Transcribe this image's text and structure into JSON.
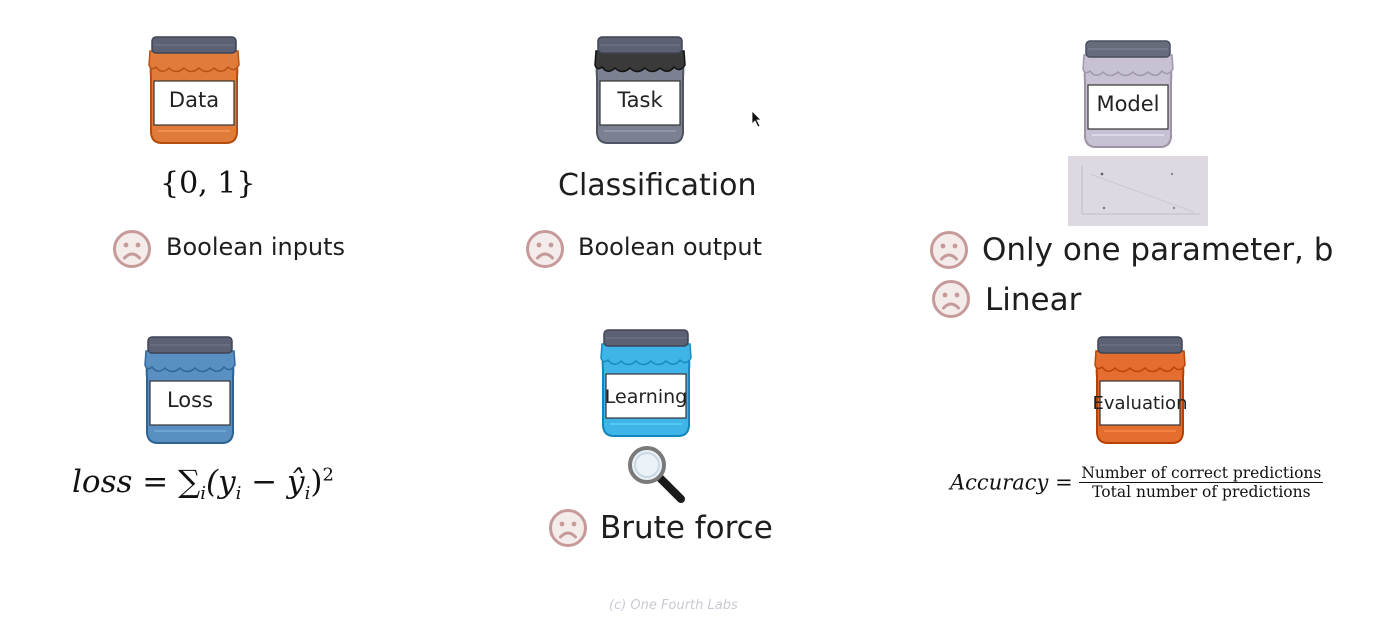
{
  "jars": {
    "data": {
      "label": "Data",
      "lid": "#5c6273",
      "body": "#e07b3a"
    },
    "task": {
      "label": "Task",
      "lid": "#5c6273",
      "cloth": "#3a3a3a",
      "body": "#7c8191"
    },
    "model": {
      "label": "Model",
      "lid": "#676c7d",
      "body": "#c8c1d3"
    },
    "loss": {
      "label": "Loss",
      "lid": "#5c6273",
      "body": "#5a8fc2"
    },
    "learning": {
      "label": "Learning",
      "lid": "#5c6273",
      "body": "#3fb4e8"
    },
    "evaluation": {
      "label": "Evaluation",
      "lid": "#5c6273",
      "body": "#e46e2f"
    }
  },
  "data_col": {
    "set": "{0, 1}",
    "item": "Boolean inputs"
  },
  "task_col": {
    "title": "Classification",
    "item": "Boolean output"
  },
  "model_col": {
    "items": [
      "Only one parameter, b",
      "Linear"
    ]
  },
  "loss_col": {
    "formula": "loss = ∑",
    "sub": "i",
    "mid": "(y",
    "mid_sub": "i",
    "minus": " − ",
    "yhat": "ŷ",
    "yhat_sub": "i",
    "close": ")",
    "sup": "2"
  },
  "learning_col": {
    "item": "Brute force"
  },
  "eval_col": {
    "lhs": "Accuracy = ",
    "numerator": "Number of correct predictions",
    "denominator": "Total number of predictions"
  },
  "footer": "(c) One Fourth Labs",
  "colors": {
    "sad_fill": "#f4ebeb",
    "sad_stroke": "#c79a9a",
    "thumb_bg": "#ddd8e2"
  },
  "icons": [
    "sad-face-icon",
    "magnifier-icon",
    "cursor-icon"
  ]
}
